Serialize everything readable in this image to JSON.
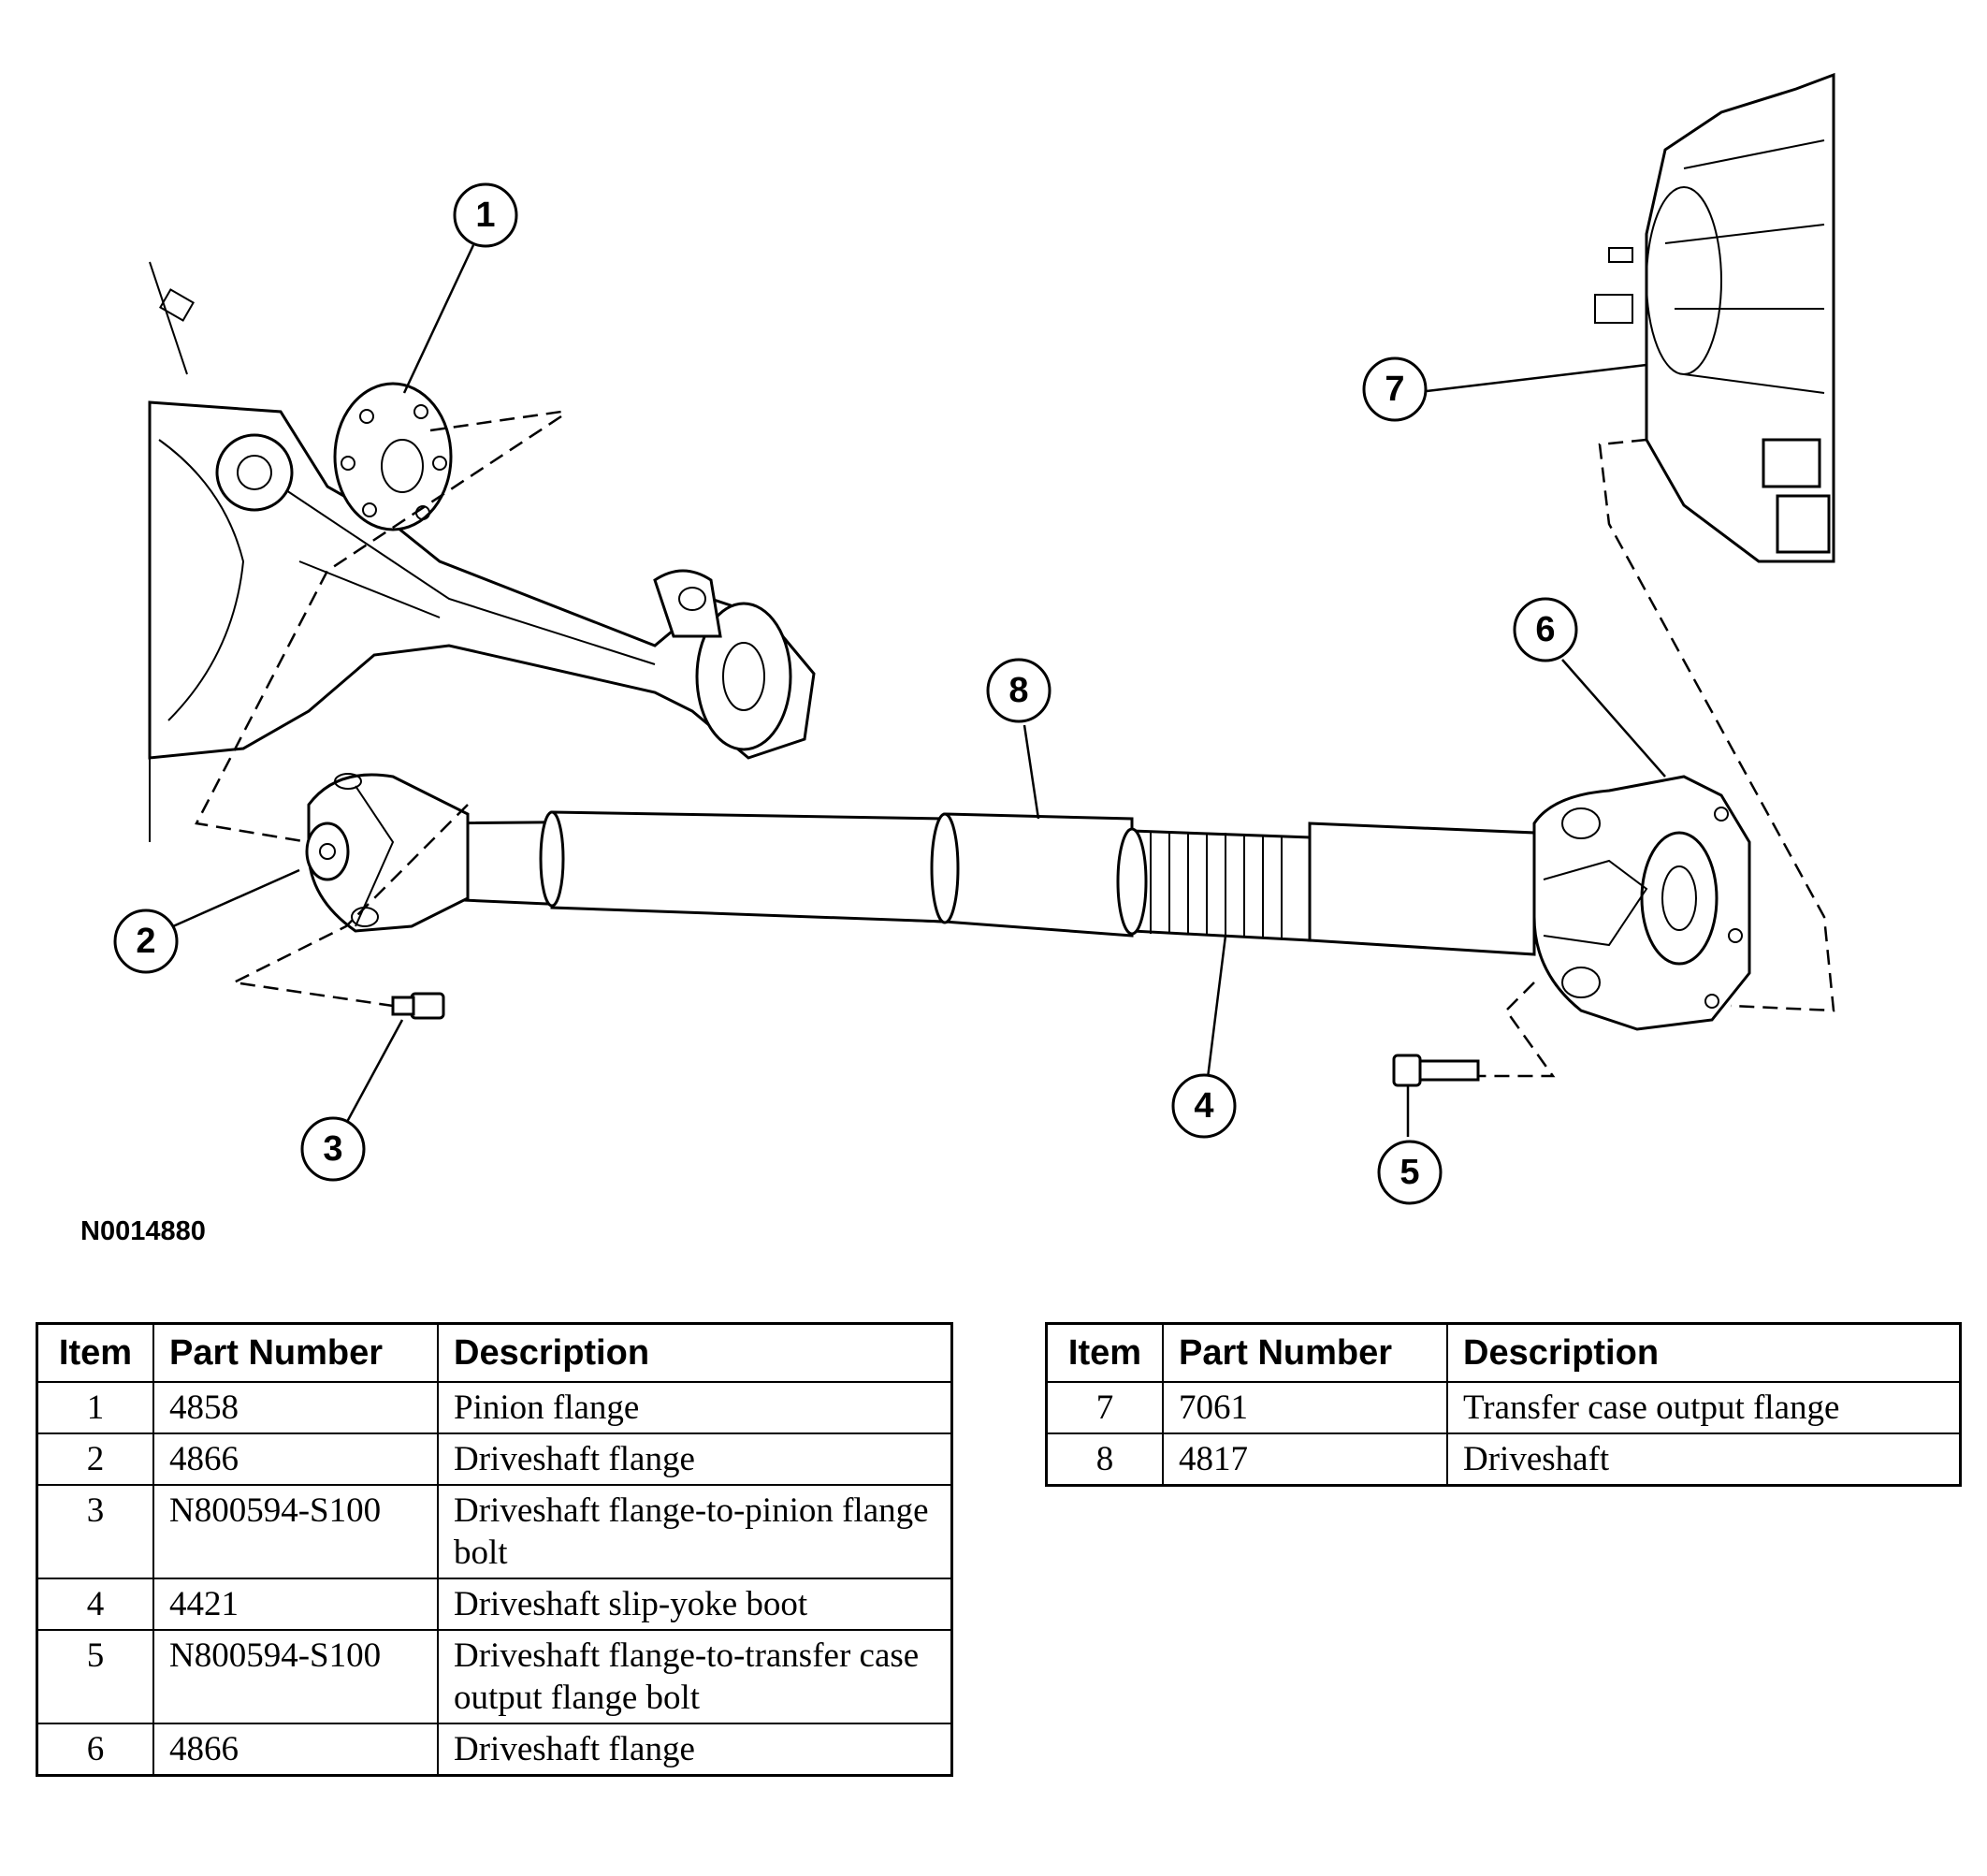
{
  "diagram": {
    "callouts": [
      "1",
      "2",
      "3",
      "4",
      "5",
      "6",
      "7",
      "8"
    ],
    "figure_id": "N0014880"
  },
  "tables": {
    "headers": {
      "item": "Item",
      "part_number": "Part Number",
      "description": "Description"
    },
    "left": [
      {
        "item": "1",
        "part_number": "4858",
        "description": "Pinion flange"
      },
      {
        "item": "2",
        "part_number": "4866",
        "description": "Driveshaft flange"
      },
      {
        "item": "3",
        "part_number": "N800594-S100",
        "description": "Driveshaft flange-to-pinion flange bolt"
      },
      {
        "item": "4",
        "part_number": "4421",
        "description": "Driveshaft slip-yoke boot"
      },
      {
        "item": "5",
        "part_number": "N800594-S100",
        "description": "Driveshaft flange-to-transfer case output flange bolt"
      },
      {
        "item": "6",
        "part_number": "4866",
        "description": "Driveshaft flange"
      }
    ],
    "right": [
      {
        "item": "7",
        "part_number": "7061",
        "description": "Transfer case output flange"
      },
      {
        "item": "8",
        "part_number": "4817",
        "description": "Driveshaft"
      }
    ]
  }
}
